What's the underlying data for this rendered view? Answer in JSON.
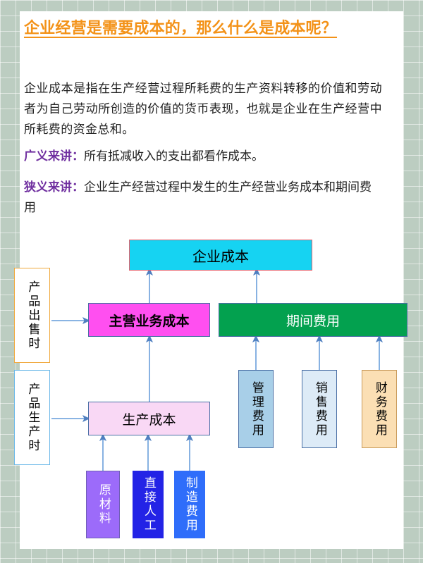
{
  "document": {
    "title": "企业经营是需要成本的，那么什么是成本呢？",
    "title_color": "#f39218",
    "paragraph": "企业成本是指在生产经营过程所耗费的生产资料转移的价值和劳动者为自己劳动所创造的价值的货币表现，也就是企业在生产经营中所耗费的资金总和。",
    "definitions": [
      {
        "label": "广义来讲：",
        "text": "所有抵减收入的支出都看作成本。"
      },
      {
        "label": "狭义来讲：",
        "text": "企业生产经营过程中发生的生产经营业务成本和期间费用"
      }
    ],
    "keyword_color": "#7030a0"
  },
  "diagram": {
    "nodes": {
      "total_cost": {
        "label": "企业成本",
        "fill": "#16d3f2",
        "border": "#e8606a",
        "text_color": "#000000"
      },
      "main_cost": {
        "label": "主营业务成本",
        "fill": "#ff4ff0",
        "border": "#4a6fa5",
        "text_color": "#000000"
      },
      "period_cost": {
        "label": "期间费用",
        "fill": "#03a14f",
        "border": "#4a6fa5",
        "text_color": "#ffffff"
      },
      "prod_cost": {
        "label": "生产成本",
        "fill": "#f9d8f5",
        "border": "#4a6fa5",
        "text_color": "#000000"
      },
      "sell_time": {
        "label": "产品出售时",
        "fill": "#ffffff",
        "border": "#f0a83c",
        "text_color": "#000000"
      },
      "make_time": {
        "label": "产品生产时",
        "fill": "#ffffff",
        "border": "#6bb8e8",
        "text_color": "#000000"
      },
      "admin_expense": {
        "label": "管理费用",
        "fill": "#a8cfe8",
        "border": "#4a6fa5",
        "text_color": "#000000"
      },
      "sales_expense": {
        "label": "销售费用",
        "fill": "#ddebf7",
        "border": "#4a6fa5",
        "text_color": "#000000"
      },
      "finance_expense": {
        "label": "财务费用",
        "fill": "#fbdfb4",
        "border": "#c89a5a",
        "text_color": "#000000"
      },
      "raw_material": {
        "label": "原材料",
        "fill": "#9c6bfa",
        "border": "#6f5fb5",
        "text_color": "#ffffff"
      },
      "direct_labor": {
        "label": "直接人工",
        "fill": "#2323e6",
        "border": "#2323e6",
        "text_color": "#ffffff"
      },
      "mfg_expense": {
        "label": "制造费用",
        "fill": "#2f6dfa",
        "border": "#2f6dfa",
        "text_color": "#ffffff"
      }
    },
    "arrow_color": "#6f9fd8"
  },
  "background": {
    "color": "#bccdc1",
    "grid": "22px"
  }
}
